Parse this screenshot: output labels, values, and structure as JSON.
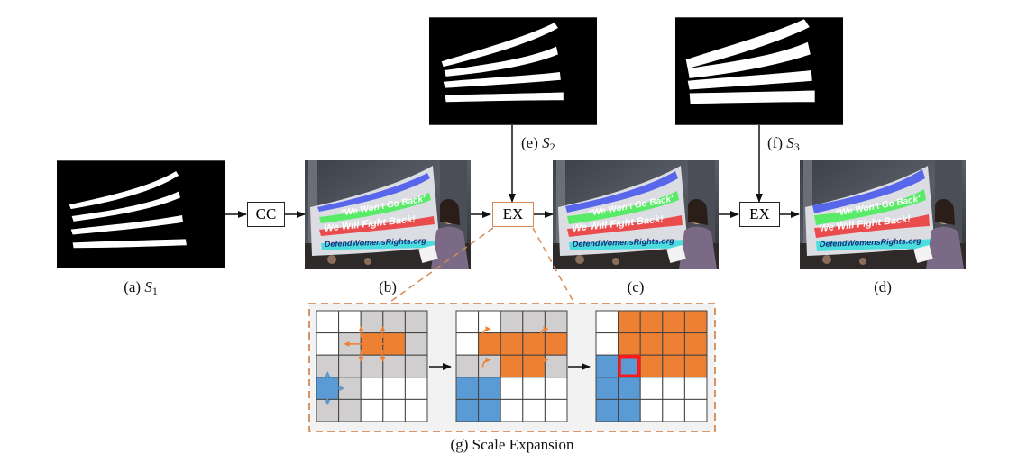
{
  "labels": {
    "a": {
      "prefix": "(a) ",
      "var": "S",
      "sub": "1"
    },
    "b": "(b)",
    "c": "(c)",
    "d": "(d)",
    "e": {
      "prefix": "(e) ",
      "var": "S",
      "sub": "2"
    },
    "f": {
      "prefix": "(f) ",
      "var": "S",
      "sub": "3"
    },
    "g": "(g) Scale Expansion"
  },
  "ops": {
    "cc": "CC",
    "ex1": "EX",
    "ex2": "EX"
  },
  "banner": {
    "line1": "\"We Won't Go Back\"",
    "line2": "We Will Fight Back!",
    "line3": "DefendWomensRights.org"
  },
  "colors": {
    "orange": "#ee8033",
    "blue": "#5b9bd5",
    "gray": "#d0cece",
    "panel_bg": "#f2f2f2",
    "dash": "#d28a57",
    "highlight": "#ff1a1a",
    "text_green": "#33ee44",
    "text_red": "#ee2222",
    "text_cyan": "#22dddd",
    "band_blue": "#3344ee"
  },
  "grids": [
    {
      "cells": [
        "w",
        "w",
        "g",
        "g",
        "g",
        "w",
        "g",
        "o",
        "o",
        "g",
        "g",
        "g",
        "g",
        "g",
        "g",
        "b",
        "g",
        "w",
        "w",
        "w",
        "g",
        "g",
        "w",
        "w",
        "w"
      ]
    },
    {
      "cells": [
        "w",
        "w",
        "g",
        "g",
        "g",
        "w",
        "o",
        "o",
        "o",
        "o",
        "g",
        "g",
        "o",
        "o",
        "g",
        "b",
        "b",
        "w",
        "w",
        "w",
        "b",
        "b",
        "w",
        "w",
        "w"
      ]
    },
    {
      "cells": [
        "w",
        "o",
        "o",
        "o",
        "o",
        "w",
        "o",
        "o",
        "o",
        "o",
        "b",
        "b",
        "o",
        "o",
        "o",
        "b",
        "b",
        "w",
        "w",
        "w",
        "b",
        "b",
        "w",
        "w",
        "w"
      ]
    }
  ],
  "highlight_cell": {
    "grid": 3,
    "index": 11
  }
}
